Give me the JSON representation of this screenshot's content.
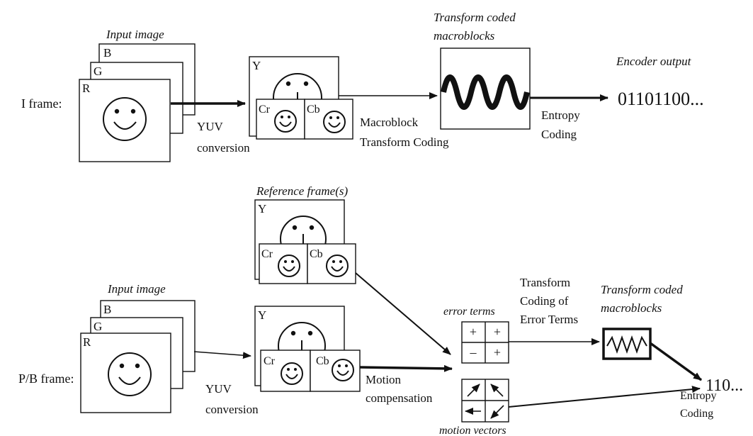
{
  "top": {
    "row_label": "I frame:",
    "input_caption": "Input image",
    "plane_labels": [
      "B",
      "G",
      "R"
    ],
    "yuv_label": "Y",
    "cr_label": "Cr",
    "cb_label": "Cb",
    "yuv_conversion": [
      "YUV",
      "conversion"
    ],
    "macroblock_coding": [
      "Macroblock",
      "Transform Coding"
    ],
    "transform_caption": [
      "Transform coded",
      "macroblocks"
    ],
    "entropy_coding": [
      "Entropy",
      "Coding"
    ],
    "encoder_output_caption": "Encoder output",
    "output_bits": "01101100..."
  },
  "bottom": {
    "row_label": "P/B frame:",
    "input_caption": "Input image",
    "plane_labels": [
      "B",
      "G",
      "R"
    ],
    "reference_caption": "Reference frame(s)",
    "yuv_label": "Y",
    "cr_label": "Cr",
    "cb_label": "Cb",
    "yuv_conversion": [
      "YUV",
      "conversion"
    ],
    "motion_compensation": [
      "Motion",
      "compensation"
    ],
    "error_terms_caption": "error terms",
    "error_signs": [
      "+",
      "+",
      "–",
      "+"
    ],
    "motion_vectors_caption": "motion vectors",
    "motion_vector_icons": [
      "arrow-up-right-icon",
      "arrow-up-left-icon",
      "arrow-left-icon",
      "arrow-down-left-icon"
    ],
    "transform_error_terms": [
      "Transform",
      "Coding of",
      "Error Terms"
    ],
    "transform_caption": [
      "Transform coded",
      "macroblocks"
    ],
    "entropy_coding": [
      "Entropy",
      "Coding"
    ],
    "output_bits": "110..."
  }
}
